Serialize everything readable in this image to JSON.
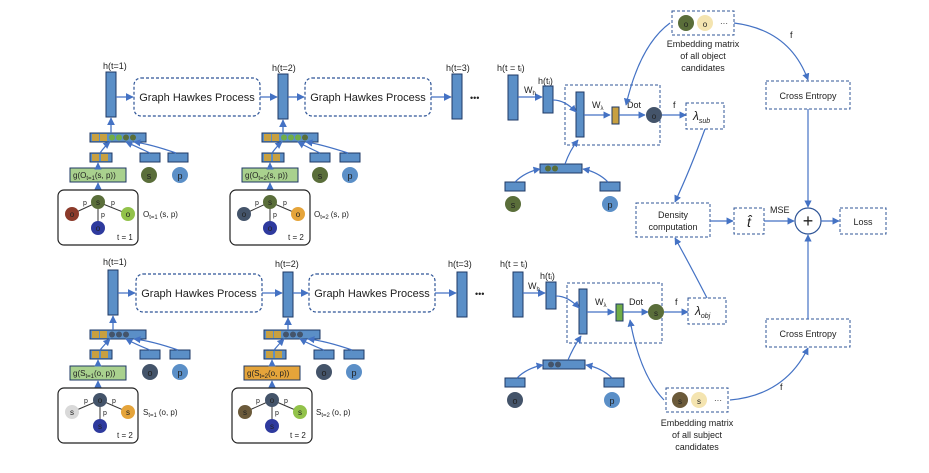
{
  "colors": {
    "arrow": "#4472c4",
    "dashed_border": "#2f5597",
    "vector_border": "#1f3864",
    "vector_cell": "#5b8fc7",
    "vector_cell_alt": "#7fa8d8",
    "highlight_green": "#70ad47",
    "gold": "#c8a040",
    "node_olive": "#5a6e3a",
    "node_slate": "#44546a",
    "node_blue": "#2e3a9e",
    "node_red": "#8b3a2a",
    "node_lightgreen": "#92c24a",
    "node_orange": "#e5a43a",
    "node_gray": "#d9d9d9",
    "node_brown": "#6b5a3a",
    "node_p": "#5b8fc7",
    "node_cream": "#f4e4b0"
  },
  "top": {
    "h_labels": [
      "h(t=1)",
      "h(t=2)",
      "h(t=3)",
      "h(t = tᵢ)"
    ],
    "h_ti": "h(tᵢ)",
    "ghp": [
      "Graph Hawkes Process",
      "Graph Hawkes Process"
    ],
    "wh": "W",
    "wh_sub": "h",
    "wlambda": "W",
    "wlambda_sub": "λ",
    "dot": "Dot",
    "f1": "f",
    "f2": "f",
    "lambda": "λ",
    "lambda_sub": "sub",
    "agg1": "g(O",
    "agg1_sub": "t=1",
    "agg1_end": "(s, p))",
    "agg2": "g(O",
    "agg2_sub": "t=2",
    "agg2_end": "(s, p))",
    "graph1_caption": "O",
    "graph1_caption_sub": "t=1",
    "graph1_caption_end": "(s, p)",
    "graph2_caption": "O",
    "graph2_caption_sub": "t=2",
    "graph2_caption_end": "(s, p)",
    "graph1_time": "t = 1",
    "graph2_time": "t = 2",
    "node_s": "s",
    "node_p": "p",
    "node_o": "o",
    "edge_p": "p",
    "emb_o1": "o",
    "emb_o2": "o",
    "emb_dots": "···",
    "emb_caption": [
      "Embedding matrix",
      "of all object",
      "candidates"
    ]
  },
  "bottom": {
    "h_labels": [
      "h(t=1)",
      "h(t=2)",
      "h(t=3)",
      "h(t = tᵢ)"
    ],
    "h_ti": "h(tᵢ)",
    "ghp": [
      "Graph Hawkes Process",
      "Graph Hawkes Process"
    ],
    "wh": "W",
    "wh_sub": "h",
    "wlambda": "W",
    "wlambda_sub": "λ",
    "dot": "Dot",
    "f1": "f",
    "f2": "f",
    "lambda": "λ",
    "lambda_sub": "obj",
    "agg1": "g(S",
    "agg1_sub": "t=1",
    "agg1_end": "(o, p))",
    "agg2": "g(S",
    "agg2_sub": "t=2",
    "agg2_end": "(o, p))",
    "graph1_caption": "S",
    "graph1_caption_sub": "t=1",
    "graph1_caption_end": "(o, p)",
    "graph2_caption": "S",
    "graph2_caption_sub": "t=2",
    "graph2_caption_end": "(o, p)",
    "graph1_time": "t = 2",
    "graph2_time": "t = 2",
    "node_s": "s",
    "node_p": "p",
    "node_o": "o",
    "edge_p": "p",
    "emb_s1": "s",
    "emb_s2": "s",
    "emb_dots": "···",
    "emb_caption": [
      "Embedding matrix",
      "of all subject",
      "candidates"
    ]
  },
  "right": {
    "cross_entropy_top": "Cross Entropy",
    "cross_entropy_bottom": "Cross Entropy",
    "density": [
      "Density",
      "computation"
    ],
    "t_hat": "t̂",
    "mse": "MSE",
    "plus": "+",
    "loss": "Loss",
    "f_top": "f",
    "f_bottom": "f"
  },
  "ellipsis": "•••"
}
